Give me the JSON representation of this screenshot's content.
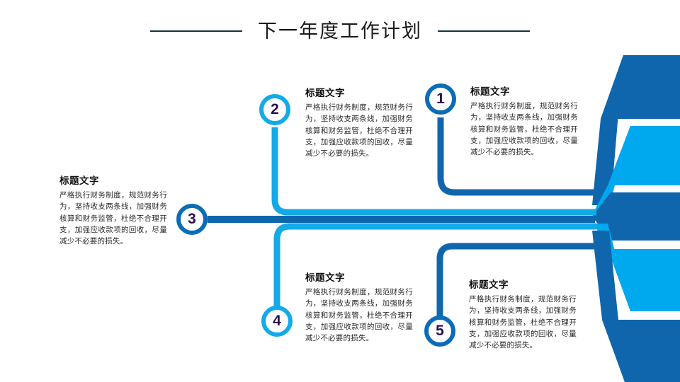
{
  "slide": {
    "title": "下一年度工作计划",
    "background_color": "#ffffff"
  },
  "colors": {
    "dark_blue": "#0b6cb8",
    "deep_blue": "#0f66ad",
    "cyan": "#00a8ee",
    "light_cyan": "#14a9e8",
    "title_rule": "#14303f",
    "number_text": "#2a1050",
    "heading_text": "#111111",
    "body_text": "#2b2b2b"
  },
  "body_text_common": "严格执行财务制度，规范财务行为，坚持收支两条线，加强财务核算和财务监管，杜绝不合理开支，加强应收款项的回收，尽量减少不必要的损失。",
  "heading_common": "标题文字",
  "items": [
    {
      "number": "1",
      "heading": "标题文字",
      "body": "严格执行财务制度，规范财务行为，坚持收支两条线，加强财务核算和财务监管，杜绝不合理开支，加强应收款项的回收，尽量减少不必要的损失。",
      "marker_color": "#0b6cb8",
      "marker_style": "dark"
    },
    {
      "number": "2",
      "heading": "标题文字",
      "body": "严格执行财务制度，规范财务行为，坚持收支两条线，加强财务核算和财务监管，杜绝不合理开支，加强应收款项的回收，尽量减少不必要的损失。",
      "marker_color": "#14a9e8",
      "marker_style": "light"
    },
    {
      "number": "3",
      "heading": "标题文字",
      "body": "严格执行财务制度，规范财务行为，坚持收支两条线，加强财务核算和财务监管，杜绝不合理开支，加强应收款项的回收，尽量减少不必要的损失。",
      "marker_color": "#0b6cb8",
      "marker_style": "dark"
    },
    {
      "number": "4",
      "heading": "标题文字",
      "body": "严格执行财务制度，规范财务行为，坚持收支两条线，加强财务核算和财务监管，杜绝不合理开支，加强应收款项的回收，尽量减少不必要的损失。",
      "marker_color": "#14a9e8",
      "marker_style": "light"
    },
    {
      "number": "5",
      "heading": "标题文字",
      "body": "严格执行财务制度，规范财务行为，坚持收支两条线，加强财务核算和财务监管，杜绝不合理开支，加强应收款项的回收，尽量减少不必要的损失。",
      "marker_color": "#0b6cb8",
      "marker_style": "dark"
    }
  ],
  "decoration": {
    "ribbon_count": 5,
    "ribbon_colors": [
      "#0f66ad",
      "#00a8ee",
      "#0f66ad",
      "#00a8ee",
      "#0f66ad"
    ],
    "arrow_direction": "left"
  }
}
